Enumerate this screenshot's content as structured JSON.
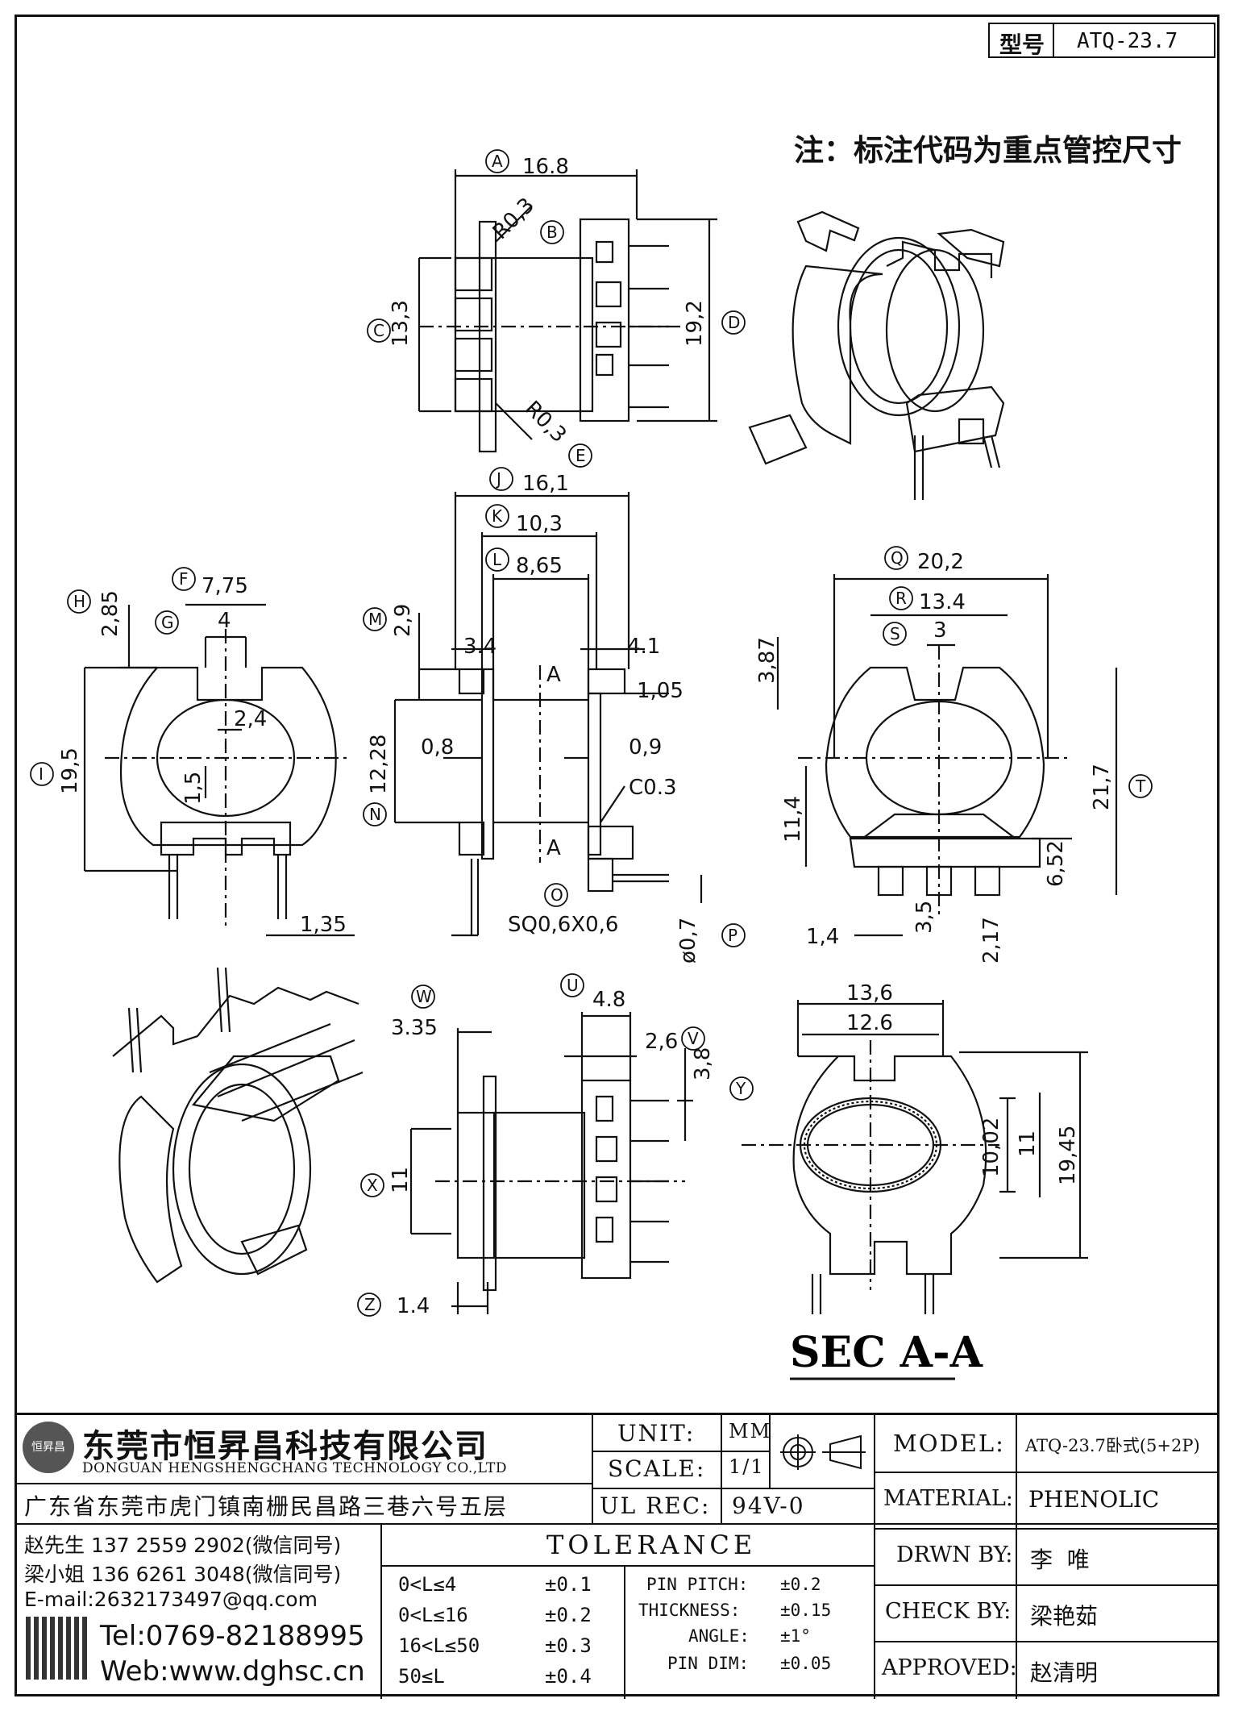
{
  "model_box": {
    "label": "型号",
    "value": "ATQ-23.7"
  },
  "note": "注：标注代码为重点管控尺寸",
  "section_title": "SEC A-A",
  "dimensions": {
    "A": "16.8",
    "R1": "R0,3",
    "C": "13,3",
    "D": "19,2",
    "R2": "R0,3",
    "J": "16,1",
    "K": "10,3",
    "L": "8,65",
    "M": "2,9",
    "d34": "3.4",
    "d41": "4.1",
    "d105": "1,05",
    "d08": "0,8",
    "d09": "0,9",
    "N": "12,28",
    "C03": "C0.3",
    "O": "SQ0,6X0,6",
    "P": "ø0,7",
    "F": "7,75",
    "H": "2,85",
    "G": "4",
    "I": "19,5",
    "d24": "2,4",
    "d15": "1,5",
    "d135": "1,35",
    "Q": "20,2",
    "R": "13.4",
    "S": "3",
    "d387": "3,87",
    "d114": "11,4",
    "T": "21,7",
    "d652": "6,52",
    "d14": "1,4",
    "d35": "3,5",
    "d217": "2,17",
    "W": "3.35",
    "U": "4.8",
    "V": "2,6",
    "d38": "3,8",
    "X": "11",
    "Z": "1.4",
    "s136": "13,6",
    "s126": "12.6",
    "Y": "19,45",
    "s1002": "10,02",
    "s11": "11",
    "secA": "A"
  },
  "codes": [
    "A",
    "B",
    "C",
    "D",
    "E",
    "J",
    "K",
    "L",
    "M",
    "N",
    "O",
    "P",
    "F",
    "G",
    "H",
    "I",
    "Q",
    "R",
    "S",
    "T",
    "W",
    "U",
    "V",
    "X",
    "Y",
    "Z"
  ],
  "company": {
    "name_cn": "东莞市恒昇昌科技有限公司",
    "name_en": "DONGUAN HENGSHENGCHANG TECHNOLOGY CO.,LTD",
    "logo_text": "恒昇昌",
    "address": "广东省东莞市虎门镇南栅民昌路三巷六号五层",
    "contact1": "赵先生 137 2559 2902(微信同号)",
    "contact2": "梁小姐 136 6261 3048(微信同号)",
    "email": "E-mail:2632173497@qq.com",
    "tel": "Tel:0769-82188995",
    "web": "Web:www.dghsc.cn"
  },
  "title_block": {
    "unit_label": "UNIT:",
    "unit_value": "MM",
    "scale_label": "SCALE:",
    "scale_value": "1/1",
    "ulrec_label": "UL REC:",
    "ulrec_value": "94V-0",
    "model_label": "MODEL:",
    "model_value": "ATQ-23.7卧式(5+2P)",
    "material_label": "MATERIAL:",
    "material_value": "PHENOLIC",
    "drwn_label": "DRWN BY:",
    "drwn_value": "李  唯",
    "check_label": "CHECK BY:",
    "check_value": "梁艳茹",
    "approved_label": "APPROVED:",
    "approved_value": "赵清明"
  },
  "tolerance": {
    "title": "TOLERANCE",
    "rows": [
      {
        "range": "0<L≤4",
        "value": "±0.1"
      },
      {
        "range": "0<L≤16",
        "value": "±0.2"
      },
      {
        "range": "16<L≤50",
        "value": "±0.3"
      },
      {
        "range": "50≤L",
        "value": "±0.4"
      }
    ],
    "extra": [
      {
        "label": "PIN PITCH:",
        "value": "±0.2"
      },
      {
        "label": "THICKNESS:",
        "value": "±0.15"
      },
      {
        "label": "ANGLE:",
        "value": "±1°"
      },
      {
        "label": "PIN DIM:",
        "value": "±0.05"
      }
    ]
  }
}
